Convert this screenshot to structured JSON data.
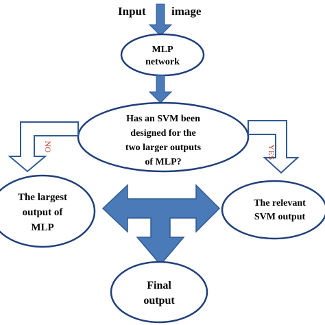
{
  "input": {
    "word1": "Input",
    "word2": "image"
  },
  "nodes": {
    "mlp": {
      "lines": [
        "MLP",
        "network"
      ]
    },
    "decision": {
      "lines": [
        "Has an SVM been",
        "designed for the",
        "two larger outputs",
        "of MLP?"
      ]
    },
    "largest": {
      "lines": [
        "The largest",
        "output  of",
        "MLP"
      ]
    },
    "relevant": {
      "lines": [
        "The relevant",
        "SVM output"
      ]
    },
    "final": {
      "lines": [
        "Final",
        "output"
      ]
    }
  },
  "branches": {
    "no": "NO",
    "yes": "YES"
  },
  "colors": {
    "ellipse_stroke": "#1f3f7a",
    "arrow_fill": "#4a7ab8",
    "arrow_stroke": "#2f5a92",
    "branch_label": "#c0392b"
  }
}
